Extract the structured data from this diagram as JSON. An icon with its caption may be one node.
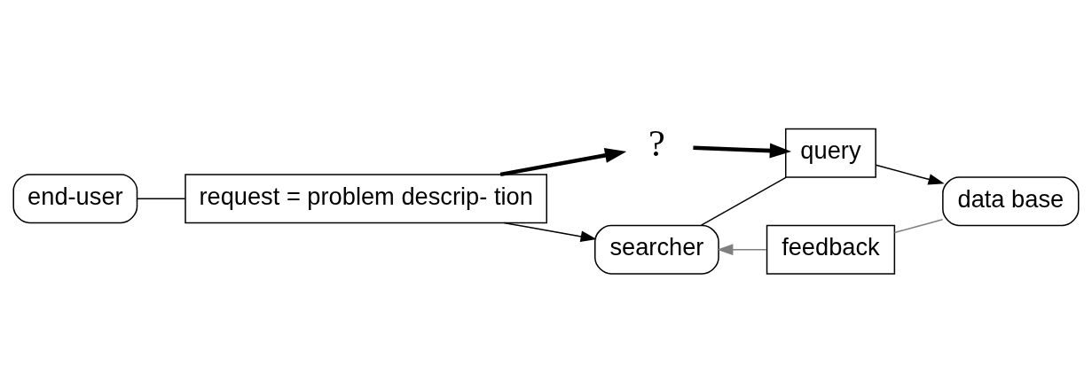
{
  "diagram": {
    "nodes": [
      {
        "text": [
          "end-user"
        ]
      },
      {
        "text": [
          "request = problem descrip- tion"
        ]
      },
      {
        "text": [
          "searcher"
        ]
      },
      {
        "text": [
          "query"
        ]
      },
      {
        "text": [
          "data base"
        ]
      },
      {
        "text": [
          "feedback"
        ]
      },
      {
        "text": [
          "?"
        ]
      }
    ],
    "edges": [
      {
        "from": 0,
        "to": 1,
        "arrow": "none"
      },
      {
        "from": 1,
        "to": 2,
        "arrow": "to"
      },
      {
        "from": 2,
        "to": 3,
        "arrow": "none"
      },
      {
        "from": 3,
        "to": 4,
        "arrow": "to"
      },
      {
        "from": 4,
        "to": 5,
        "arrow": "none",
        "color": "#808080"
      },
      {
        "from": 5,
        "to": 2,
        "arrow": "to",
        "color": "#808080"
      },
      {
        "from": 1,
        "to": 6,
        "arrow": "to",
        "style": "thick"
      },
      {
        "from": 6,
        "to": 3,
        "arrow": "to",
        "style": "thick"
      }
    ]
  }
}
